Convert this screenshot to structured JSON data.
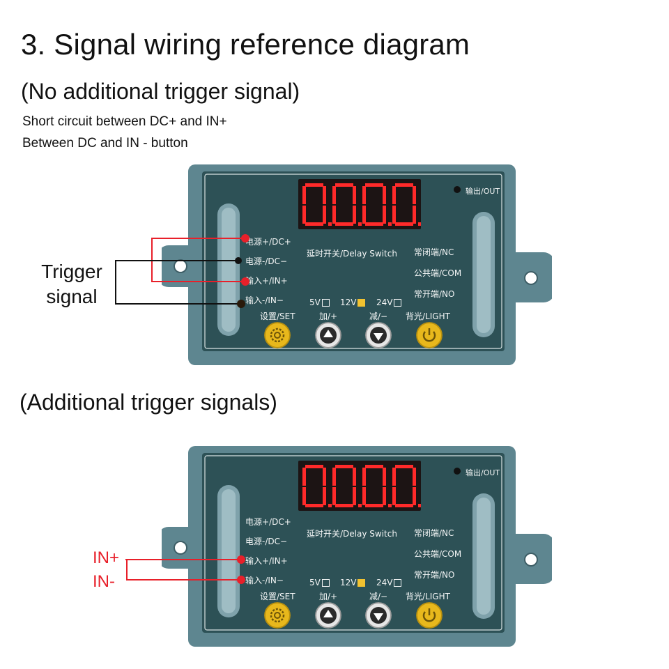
{
  "title": "3. Signal wiring reference diagram",
  "section1": {
    "heading": "(No additional trigger signal)",
    "note1": "Short circuit between DC+ and IN+",
    "note2": "Between DC and IN - button",
    "side_label_line1": "Trigger",
    "side_label_line2": "signal"
  },
  "section2": {
    "heading": "(Additional trigger signals)",
    "in_plus": "IN+",
    "in_minus": "IN-"
  },
  "board": {
    "display": "0.0.0.0.",
    "out_label": "输出/OUT",
    "terminal_dc_plus": "电源+/DC+",
    "terminal_dc_minus": "电源-/DC−",
    "terminal_in_plus": "输入+/IN+",
    "terminal_in_minus": "输入-/IN−",
    "center_label": "延时开关/Delay Switch",
    "nc_label": "常闭端/NC",
    "com_label": "公共端/COM",
    "no_label": "常开端/NO",
    "v5": "5V",
    "v12": "12V",
    "v24": "24V",
    "set_label": "设置/SET",
    "plus_label": "加/+",
    "minus_label": "减/−",
    "light_label": "背光/LIGHT"
  },
  "colors": {
    "case": "#5e8690",
    "panel": "#2d5156",
    "digit": "#ff2a2a",
    "button_yellow": "#e8b81c",
    "wire_red": "#e8202a",
    "wire_black": "#111111"
  }
}
